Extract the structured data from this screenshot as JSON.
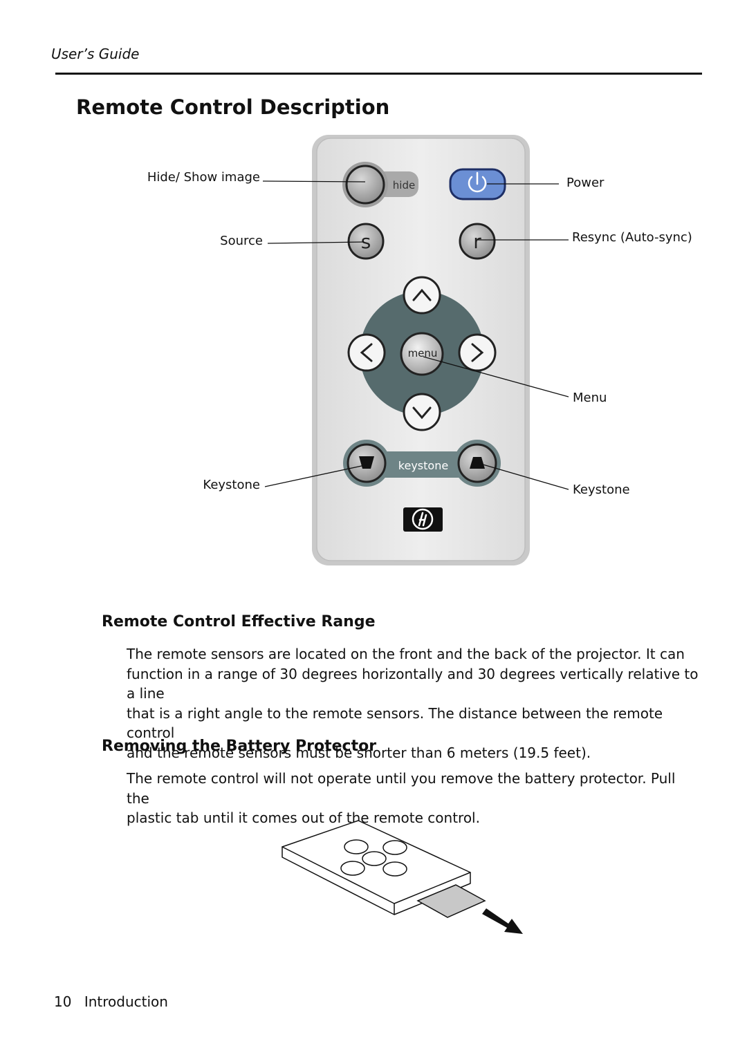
{
  "header": {
    "running_title": "User’s Guide"
  },
  "page_title": "Remote Control Description",
  "remote_diagram": {
    "callouts": {
      "hide_show": "Hide/ Show image",
      "source": "Source",
      "keystone_left": "Keystone",
      "power": "Power",
      "resync": "Resync (Auto-sync)",
      "menu": "Menu",
      "keystone_right": "Keystone"
    },
    "button_labels": {
      "hide": "hide",
      "source": "s",
      "resync": "r",
      "menu": "menu",
      "keystone": "keystone"
    },
    "icons": [
      "power-icon",
      "up-arrow-icon",
      "down-arrow-icon",
      "left-arrow-icon",
      "right-arrow-icon",
      "keystone-narrow-bottom-icon",
      "keystone-narrow-top-icon",
      "hp-logo"
    ],
    "colors": {
      "body": "#e6e6e6",
      "dpad": "#566b6d",
      "power_button": "#6b8fd4",
      "keystone_panel": "#6e8486"
    }
  },
  "sections": [
    {
      "heading": "Remote Control Effective Range",
      "paragraph_lines": [
        "The remote sensors are located on the front and the back of the projector. It can",
        "function in a range of 30 degrees horizontally and 30 degrees vertically relative to a line",
        "that is a right angle to the remote sensors. The distance between the remote control",
        "and the remote sensors must be shorter than 6 meters (19.5 feet)."
      ]
    },
    {
      "heading": "Removing the Battery Protector",
      "paragraph_lines": [
        "The remote control will not operate until you remove the battery protector. Pull the",
        "plastic tab until it comes out of the remote control."
      ]
    }
  ],
  "footer": {
    "page_number": "10",
    "section": "Introduction"
  }
}
